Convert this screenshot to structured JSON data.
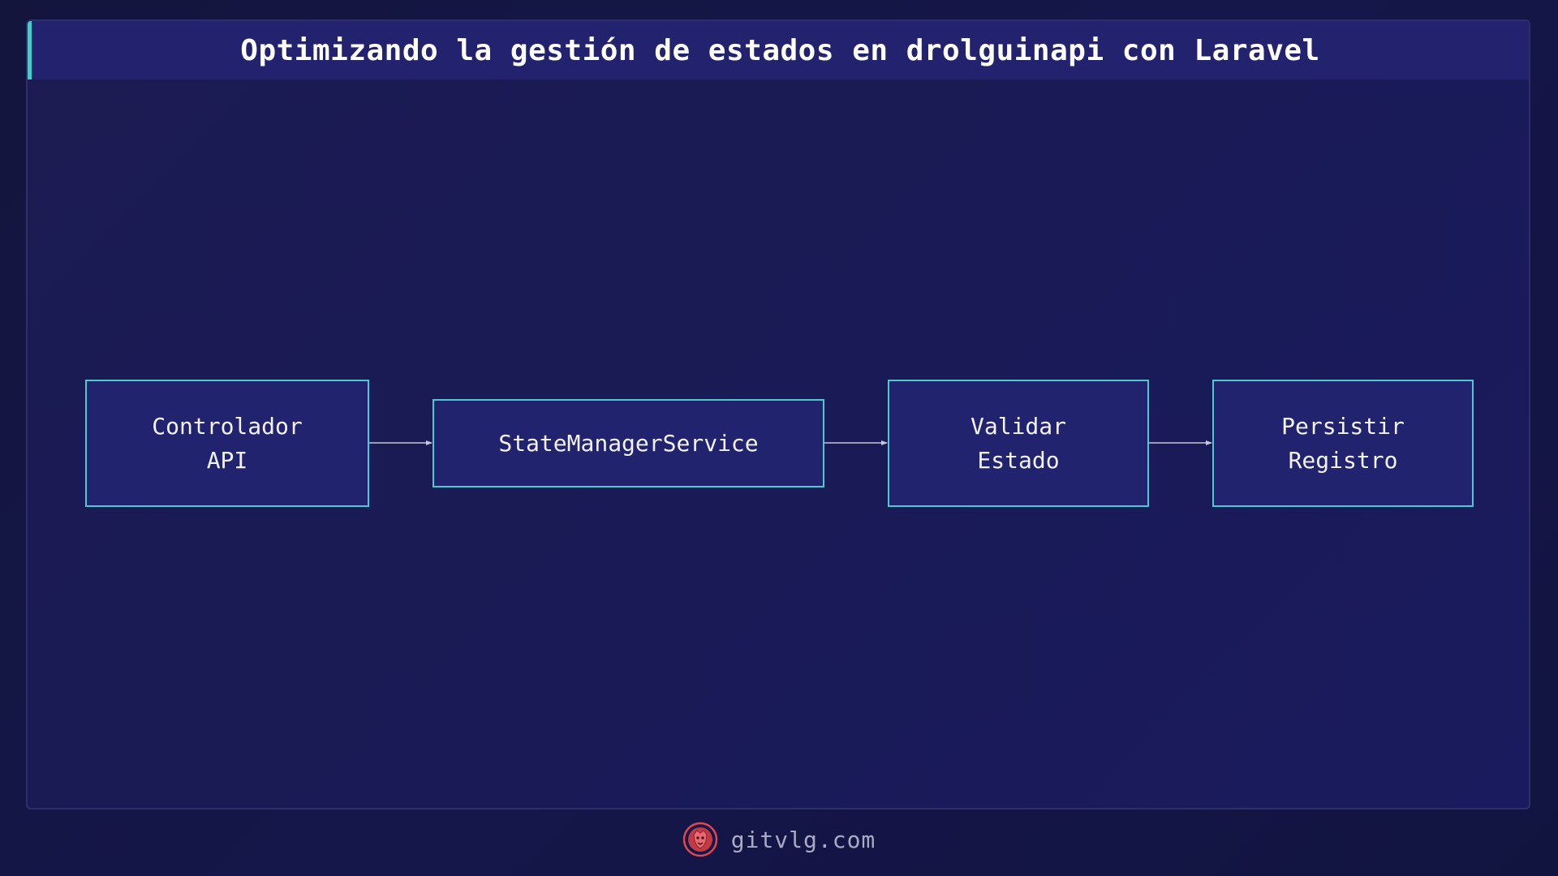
{
  "title": "Optimizando la gestión de estados en drolguinapi con Laravel",
  "diagram": {
    "nodes": [
      {
        "id": "controller",
        "lines": [
          "Controlador",
          "API"
        ]
      },
      {
        "id": "service",
        "lines": [
          "StateManagerService"
        ]
      },
      {
        "id": "validate",
        "lines": [
          "Validar",
          "Estado"
        ]
      },
      {
        "id": "persist",
        "lines": [
          "Persistir",
          "Registro"
        ]
      }
    ],
    "edges": [
      {
        "from": "controller",
        "to": "service"
      },
      {
        "from": "service",
        "to": "validate"
      },
      {
        "from": "validate",
        "to": "persist"
      }
    ]
  },
  "footer": {
    "site": "gitvlg.com",
    "logo_icon": "lion-head-icon"
  },
  "colors": {
    "background": "#15164a",
    "title_bar": "#22226e",
    "accent": "#4ec9c9",
    "node_fill": "#22236f",
    "node_border": "#4fc8d0",
    "arrow": "#c8c8d8",
    "logo": "#e0474f"
  }
}
